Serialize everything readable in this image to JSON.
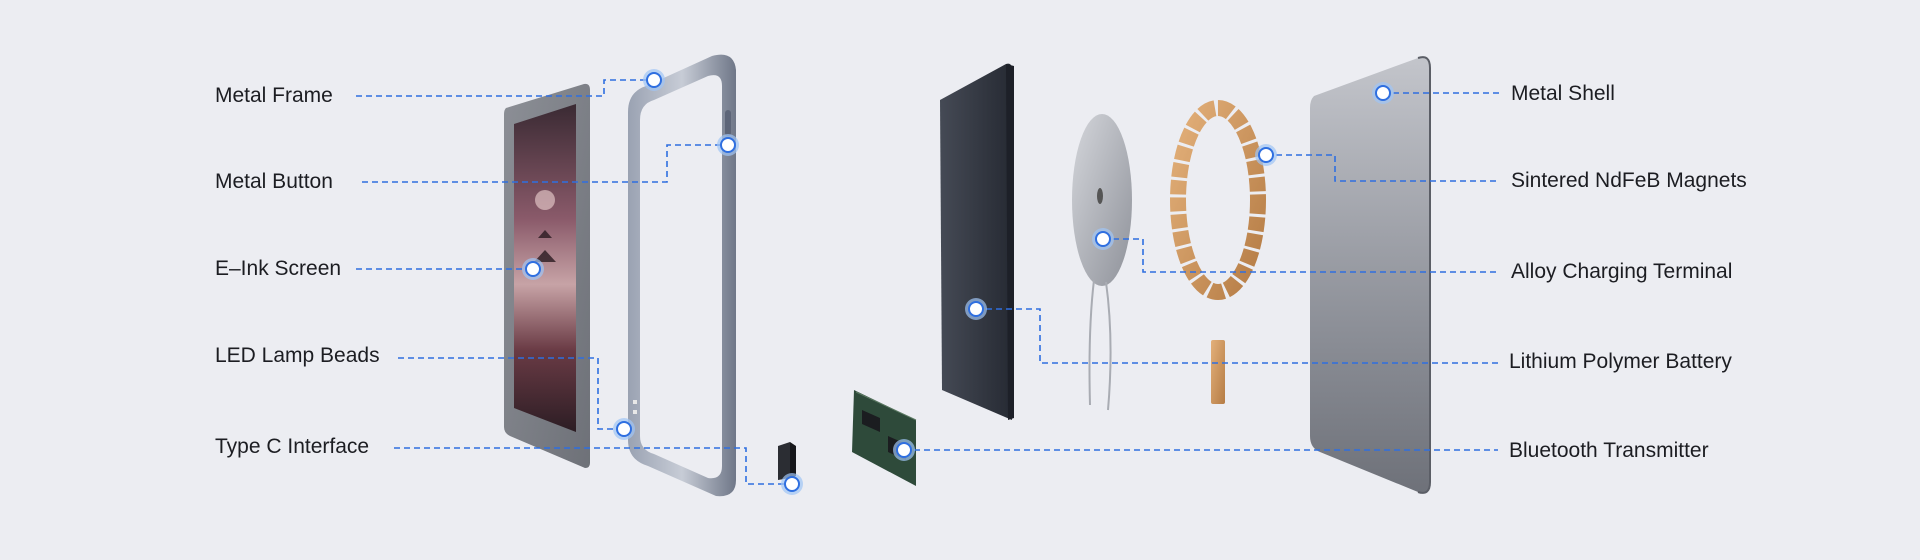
{
  "labels": {
    "metal_frame": "Metal Frame",
    "metal_button": "Metal Button",
    "eink_screen": "E–Ink Screen",
    "led_lamp_beads": "LED Lamp Beads",
    "type_c_interface": "Type C Interface",
    "metal_shell": "Metal Shell",
    "magnets": "Sintered NdFeB Magnets",
    "charging_terminal": "Alloy Charging Terminal",
    "battery": "Lithium Polymer Battery",
    "bluetooth": "Bluetooth Transmitter"
  },
  "colors": {
    "background": "#ecedf2",
    "leader_line": "#2f6fe0",
    "marker_ring": "#9fc5f5"
  }
}
